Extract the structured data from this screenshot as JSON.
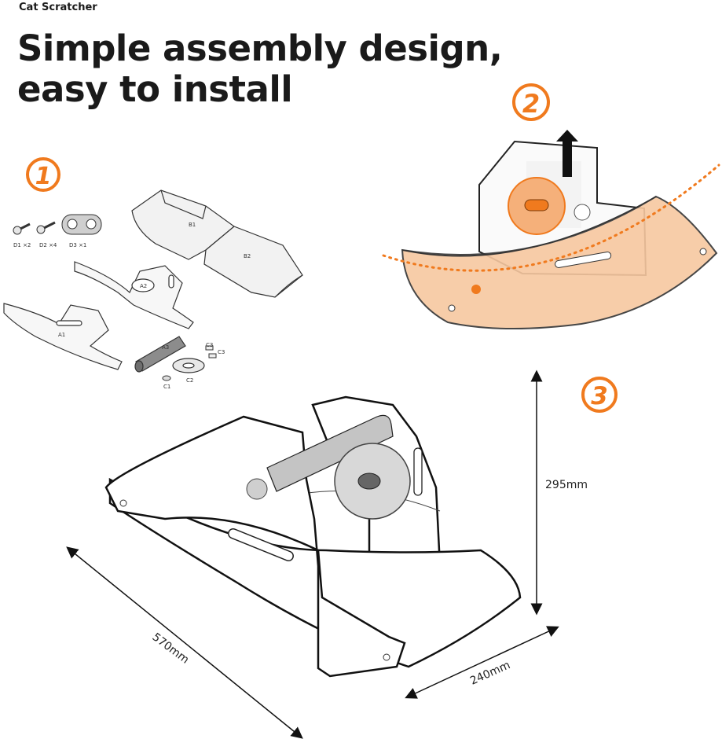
{
  "brand": "Cat Scratcher",
  "headline": {
    "line1": "Simple assembly design,",
    "line2": "easy to install"
  },
  "steps": {
    "one": "1",
    "two": "2",
    "three": "3"
  },
  "parts": {
    "d1": "D1 ×2",
    "d2": "D2 ×4",
    "d3": "D3 ×1",
    "b1": "B1",
    "b2": "B2",
    "a1": "A1",
    "a2": "A2",
    "a3": "A3",
    "c1": "C1",
    "c2": "C2",
    "c3a": "C3",
    "c3b": "C3"
  },
  "dimensions": {
    "height": "295mm",
    "length": "570mm",
    "width": "240mm"
  },
  "colors": {
    "accent": "#f07a1e",
    "outline": "#1a1a1a",
    "plate": "#f7f7f7",
    "post": "#bdbdbd"
  }
}
